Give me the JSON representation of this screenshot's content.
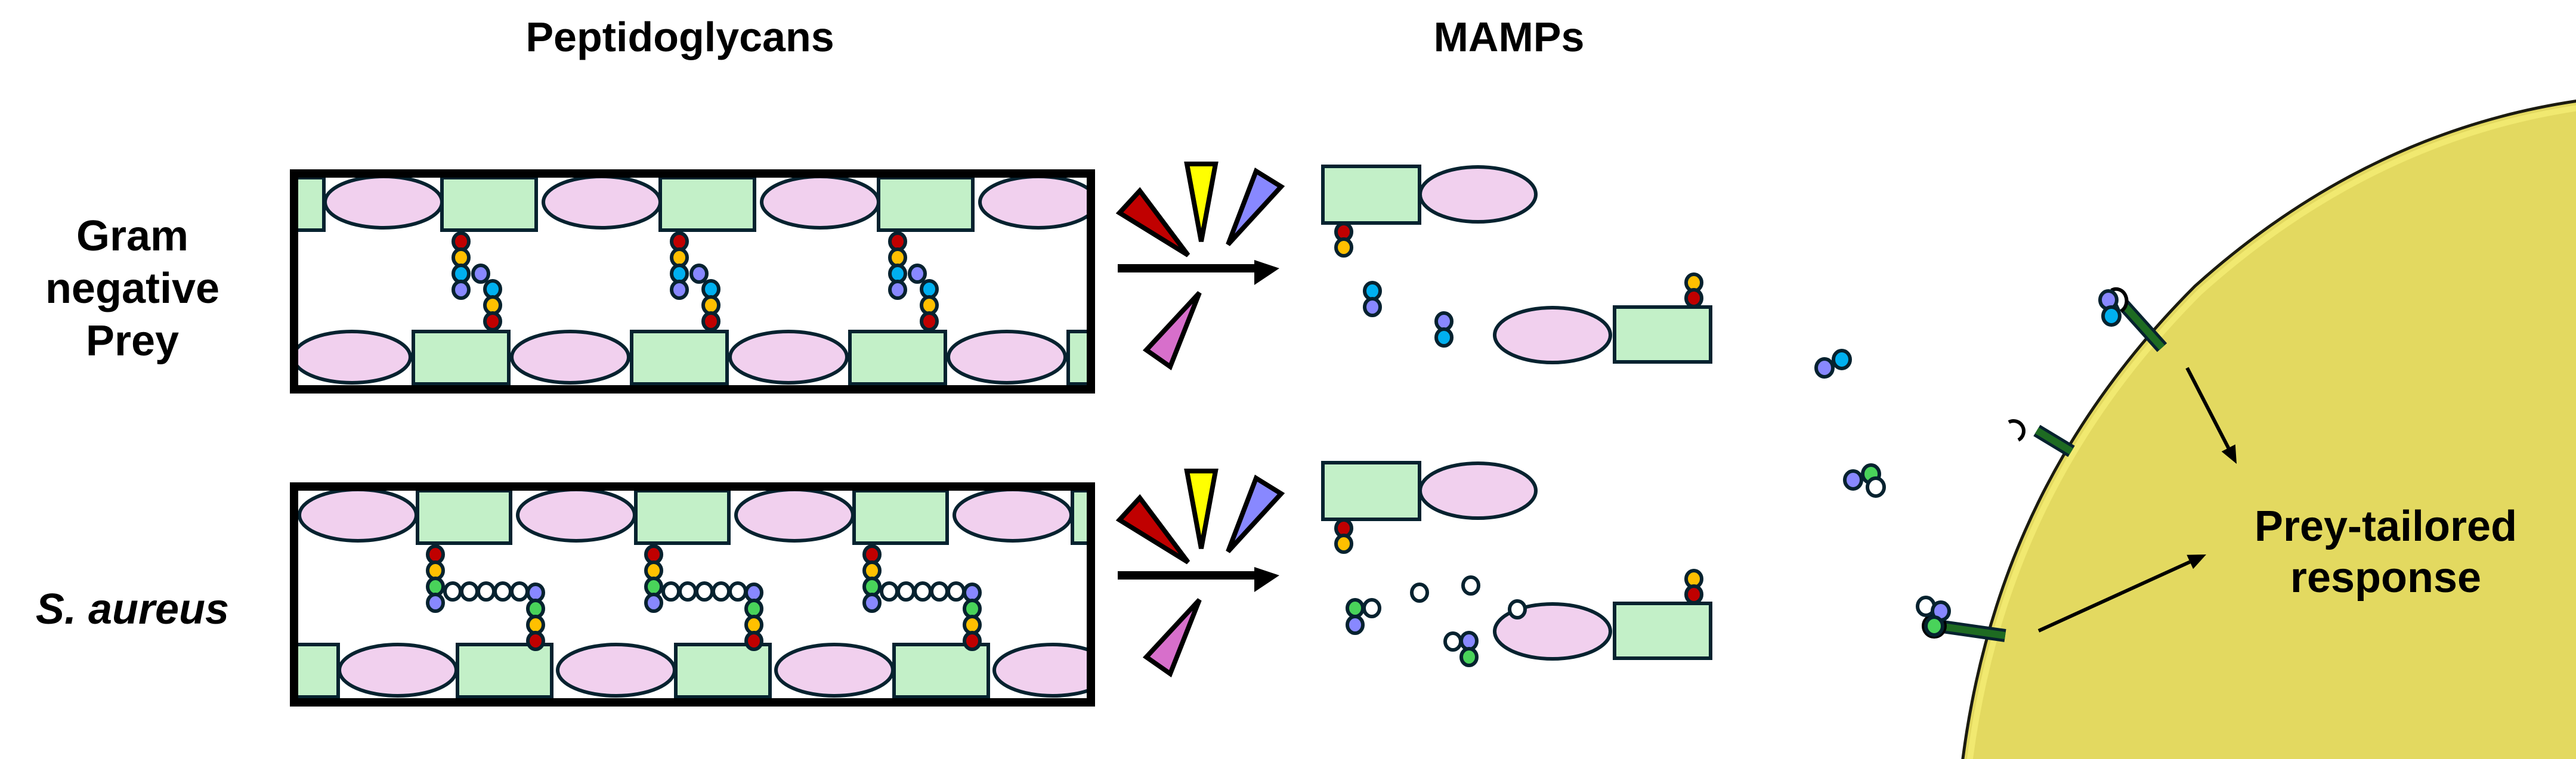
{
  "titles": {
    "peptidoglycans": "Peptidoglycans",
    "mamps": "MAMPs"
  },
  "rows": [
    {
      "id": "gram-negative",
      "label_lines": [
        "Gram",
        "negative",
        "Prey"
      ],
      "italic": false,
      "peptide_type": "direct crosslink",
      "stem_peptide": [
        "red",
        "yellow",
        "cyan",
        "purple"
      ],
      "crosslink_peptide": [
        "purple",
        "cyan",
        "yellow",
        "red"
      ],
      "bridge": []
    },
    {
      "id": "s-aureus",
      "label_lines": [
        "S. aureus"
      ],
      "italic": true,
      "peptide_type": "pentaglycine bridge",
      "stem_peptide": [
        "red",
        "yellow",
        "green",
        "purple"
      ],
      "crosslink_peptide": [
        "purple",
        "green",
        "yellow",
        "red"
      ],
      "bridge": [
        "white",
        "white",
        "white",
        "white",
        "white"
      ]
    }
  ],
  "response_label": [
    "Prey-tailored",
    "response"
  ],
  "colors": {
    "sugar_square": "#C3F0C8",
    "sugar_ellipse": "#F1D0EE",
    "outline": "#06222F",
    "red": "#C00000",
    "yellow": "#FFC000",
    "cyan": "#00B0F0",
    "purple": "#8888FF",
    "green": "#49D35A",
    "white": "#FFFFFF",
    "enzyme_red": "#C00000",
    "enzyme_yellow": "#FFFF00",
    "enzyme_blue": "#8888FF",
    "enzyme_magenta": "#D76FCB",
    "receptor": "#1E6B22",
    "host_cell": "#E3D960",
    "host_cell_edge": "#F5EE7A"
  },
  "free_mamps": [
    [
      "purple",
      "cyan"
    ],
    [
      "purple",
      "green",
      "white"
    ]
  ],
  "receptors": [
    {
      "bound": [
        "purple",
        "cyan"
      ],
      "ligand_ring": true
    },
    {
      "bound": [],
      "ligand_ring": true
    },
    {
      "bound": [
        "white",
        "purple",
        "green"
      ],
      "ligand_ring": false
    }
  ]
}
